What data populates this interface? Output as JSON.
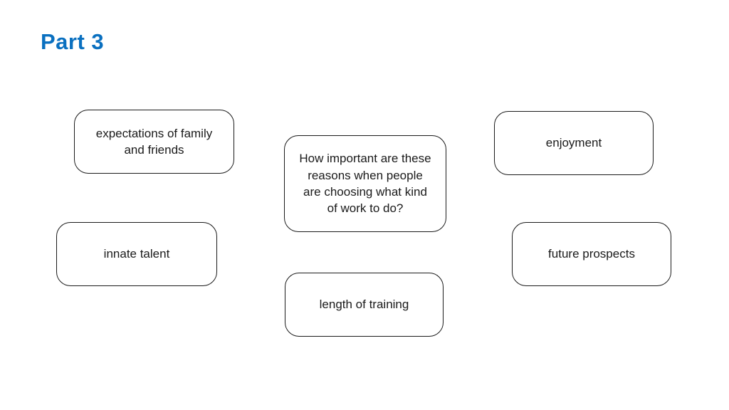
{
  "slide": {
    "title": "Part 3",
    "title_color": "#0a70c0",
    "question_box": {
      "text": "How important are these reasons when people are choosing what kind of work to do?"
    },
    "reason_boxes": [
      {
        "id": "expectations-of-family-and-friends",
        "text": "expectations of family and friends"
      },
      {
        "id": "enjoyment",
        "text": "enjoyment"
      },
      {
        "id": "innate-talent",
        "text": "innate talent"
      },
      {
        "id": "future-prospects",
        "text": "future prospects"
      },
      {
        "id": "length-of-training",
        "text": "length of training"
      }
    ]
  }
}
